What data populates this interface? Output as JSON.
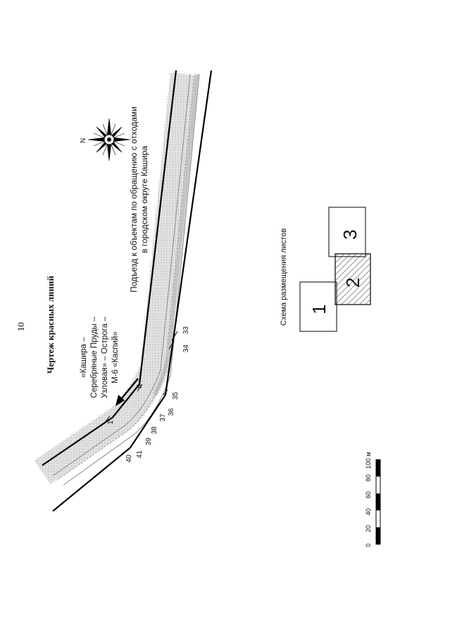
{
  "page": {
    "number": "10",
    "title": "Чертеж красных линий"
  },
  "road": {
    "name_line1": "Подъезд к объектам по обращению с отходами",
    "name_line2": "в городском округе Кашира"
  },
  "direction": {
    "line1": "«Кашира –",
    "line2": "Серебряные Пруды –",
    "line3": "Узловая» – Острога –",
    "line4": "М-6 «Каспий»"
  },
  "compass": {
    "north_label": "N"
  },
  "points": [
    "1",
    "8",
    "33",
    "34",
    "35",
    "36",
    "37",
    "38",
    "39",
    "40",
    "41"
  ],
  "sheet_layout": {
    "title": "Схема размещения листов",
    "sheets": [
      "1",
      "2",
      "3"
    ],
    "active_sheet": "2"
  },
  "scale_bar": {
    "ticks": [
      "0",
      "20",
      "40",
      "60",
      "80",
      "100 м"
    ],
    "max_m": 100
  }
}
